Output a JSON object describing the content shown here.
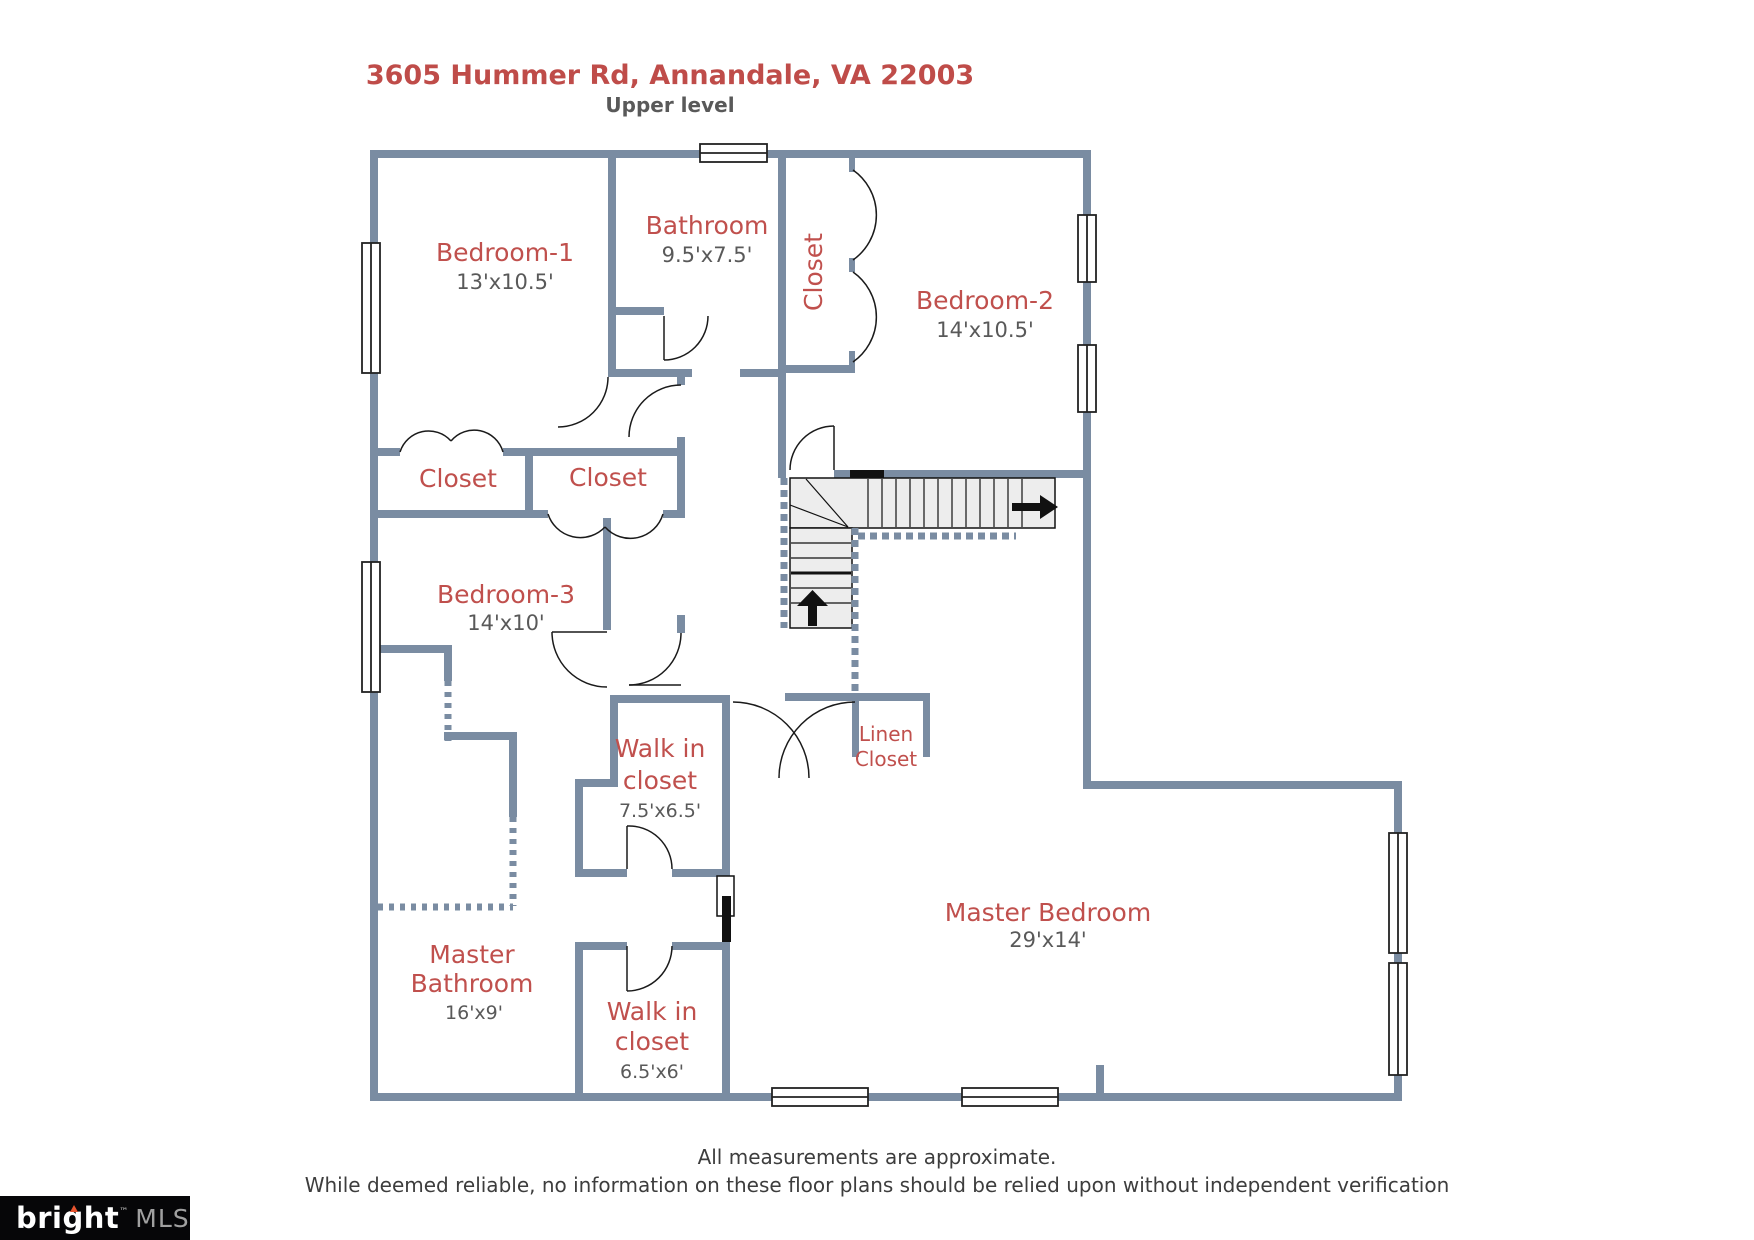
{
  "header": {
    "title": "3605 Hummer Rd, Annandale, VA 22003",
    "subtitle": "Upper level"
  },
  "rooms": [
    {
      "name": "Bedroom-1",
      "dims": "13'x10.5'"
    },
    {
      "name": "Bathroom",
      "dims": "9.5'x7.5'"
    },
    {
      "name": "Closet"
    },
    {
      "name": "Bedroom-2",
      "dims": "14'x10.5'"
    },
    {
      "name": "Closet"
    },
    {
      "name": "Closet"
    },
    {
      "name": "Bedroom-3",
      "dims": "14'x10'"
    },
    {
      "line1": "Walk in",
      "line2": "closet",
      "dims": "7.5'x6.5'"
    },
    {
      "line1": "Linen",
      "line2": "Closet"
    },
    {
      "name": "Master Bedroom",
      "dims": "29'x14'"
    },
    {
      "line1": "Master",
      "line2": "Bathroom",
      "dims": "16'x9'"
    },
    {
      "line1": "Walk in",
      "line2": "closet",
      "dims": "6.5'x6'"
    }
  ],
  "footer": {
    "line1": "All measurements are approximate.",
    "line2": "While deemed reliable, no information on these floor plans should be relied upon without independent verification"
  },
  "logo": {
    "brand": "bright",
    "tm": "™",
    "suffix": "MLS"
  },
  "colors": {
    "wall": "#7a8ca2",
    "room_label": "#c0504d",
    "dim_label": "#595959",
    "title": "#bf4c49",
    "stair_fill": "#ededed",
    "logo_accent": "#e8542f"
  }
}
